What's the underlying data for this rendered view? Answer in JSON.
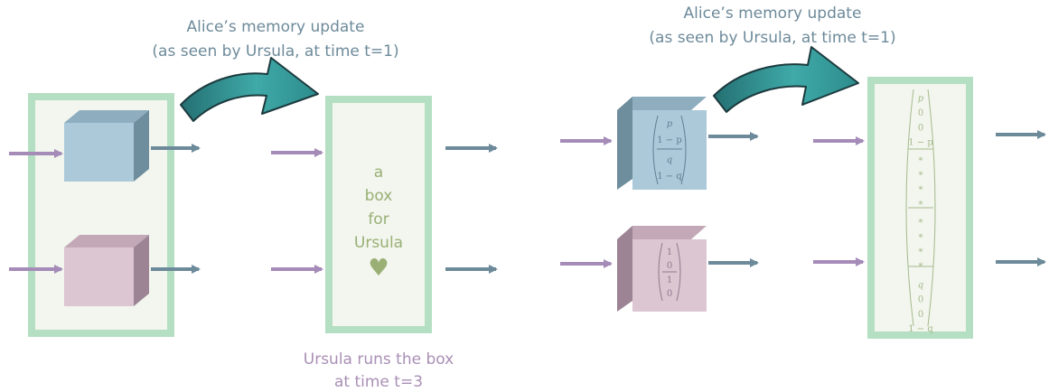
{
  "caption_left": {
    "line1": "Alice’s memory update",
    "line2": "(as seen by Ursula, at time t=1)"
  },
  "caption_right": {
    "line1": "Alice’s memory update",
    "line2": "(as seen by Ursula, at time t=1)"
  },
  "ursula_box": {
    "lines": [
      "a",
      "box",
      "for",
      "Ursula"
    ],
    "heart": "♥"
  },
  "bottom_caption": {
    "line1": "Ursula runs the box",
    "line2": "at time t=3"
  },
  "blue_cube_vector": [
    "p",
    "1 − p",
    "q",
    "1 − q"
  ],
  "pink_cube_vector": [
    "1",
    "0",
    "1",
    "0"
  ],
  "big_vector": [
    "p",
    "0",
    "0",
    "1 − p",
    "*",
    "*",
    "*",
    "*",
    "*",
    "*",
    "*",
    "*",
    "q",
    "0",
    "0",
    "1 − q"
  ],
  "colors": {
    "text_slate": "#6d8a9a",
    "text_green": "#9aaf75",
    "text_purple": "#a98fb5",
    "frame_green": "#b5dfc2",
    "frame_fill": "#f2f6ee",
    "arrow_purple": "#a58bb8",
    "arrow_slate": "#6d8a9a",
    "cube_blue_front": "#abc9d8",
    "cube_blue_top": "#8eaec0",
    "cube_blue_side": "#6e8d9d",
    "cube_pink_front": "#dcc6d2",
    "cube_pink_top": "#c3a9b8",
    "cube_pink_side": "#9c8494",
    "teal_arrow": "#3a9e9e"
  }
}
